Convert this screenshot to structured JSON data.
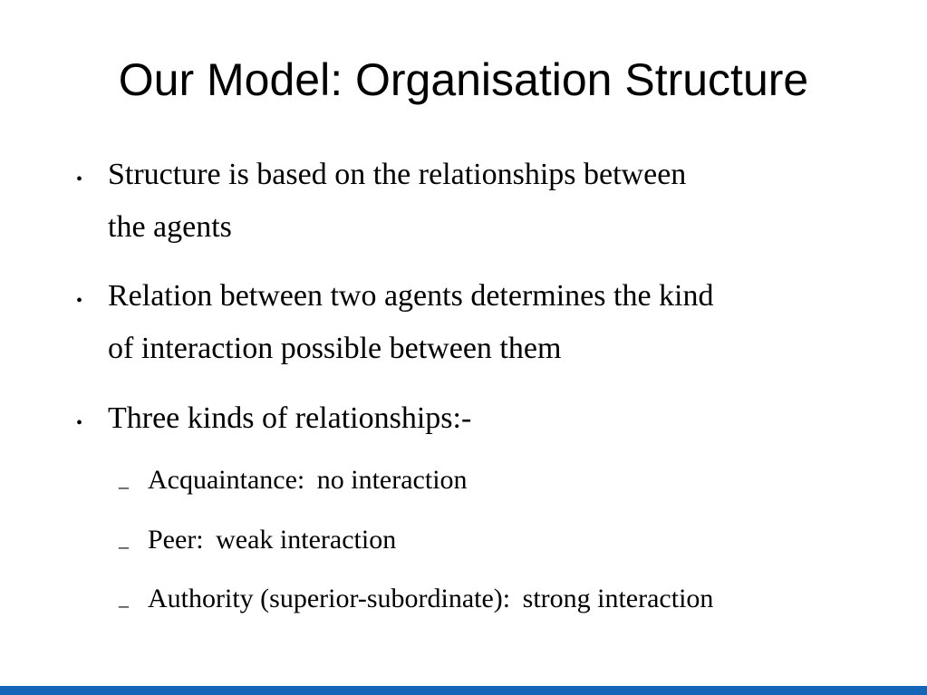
{
  "slide": {
    "title": "Our Model: Organisation Structure",
    "bullets": [
      {
        "line1": "Structure is based on the relationships between",
        "line2": "the agents"
      },
      {
        "line1": "Relation between two agents determines the kind",
        "line2": "of interaction possible between them"
      },
      {
        "line1": "Three kinds of relationships:-"
      }
    ],
    "subbullets": [
      {
        "term": "Acquaintance:",
        "desc": "no interaction"
      },
      {
        "term": "Peer:",
        "desc": "weak interaction"
      },
      {
        "term": "Authority (superior-subordinate):",
        "desc": "strong interaction"
      }
    ],
    "bullet_glyph": "•",
    "dash_glyph": "–",
    "colors": {
      "text": "#000000",
      "footer_bar": "#1565b8",
      "background": "#ffffff"
    }
  }
}
